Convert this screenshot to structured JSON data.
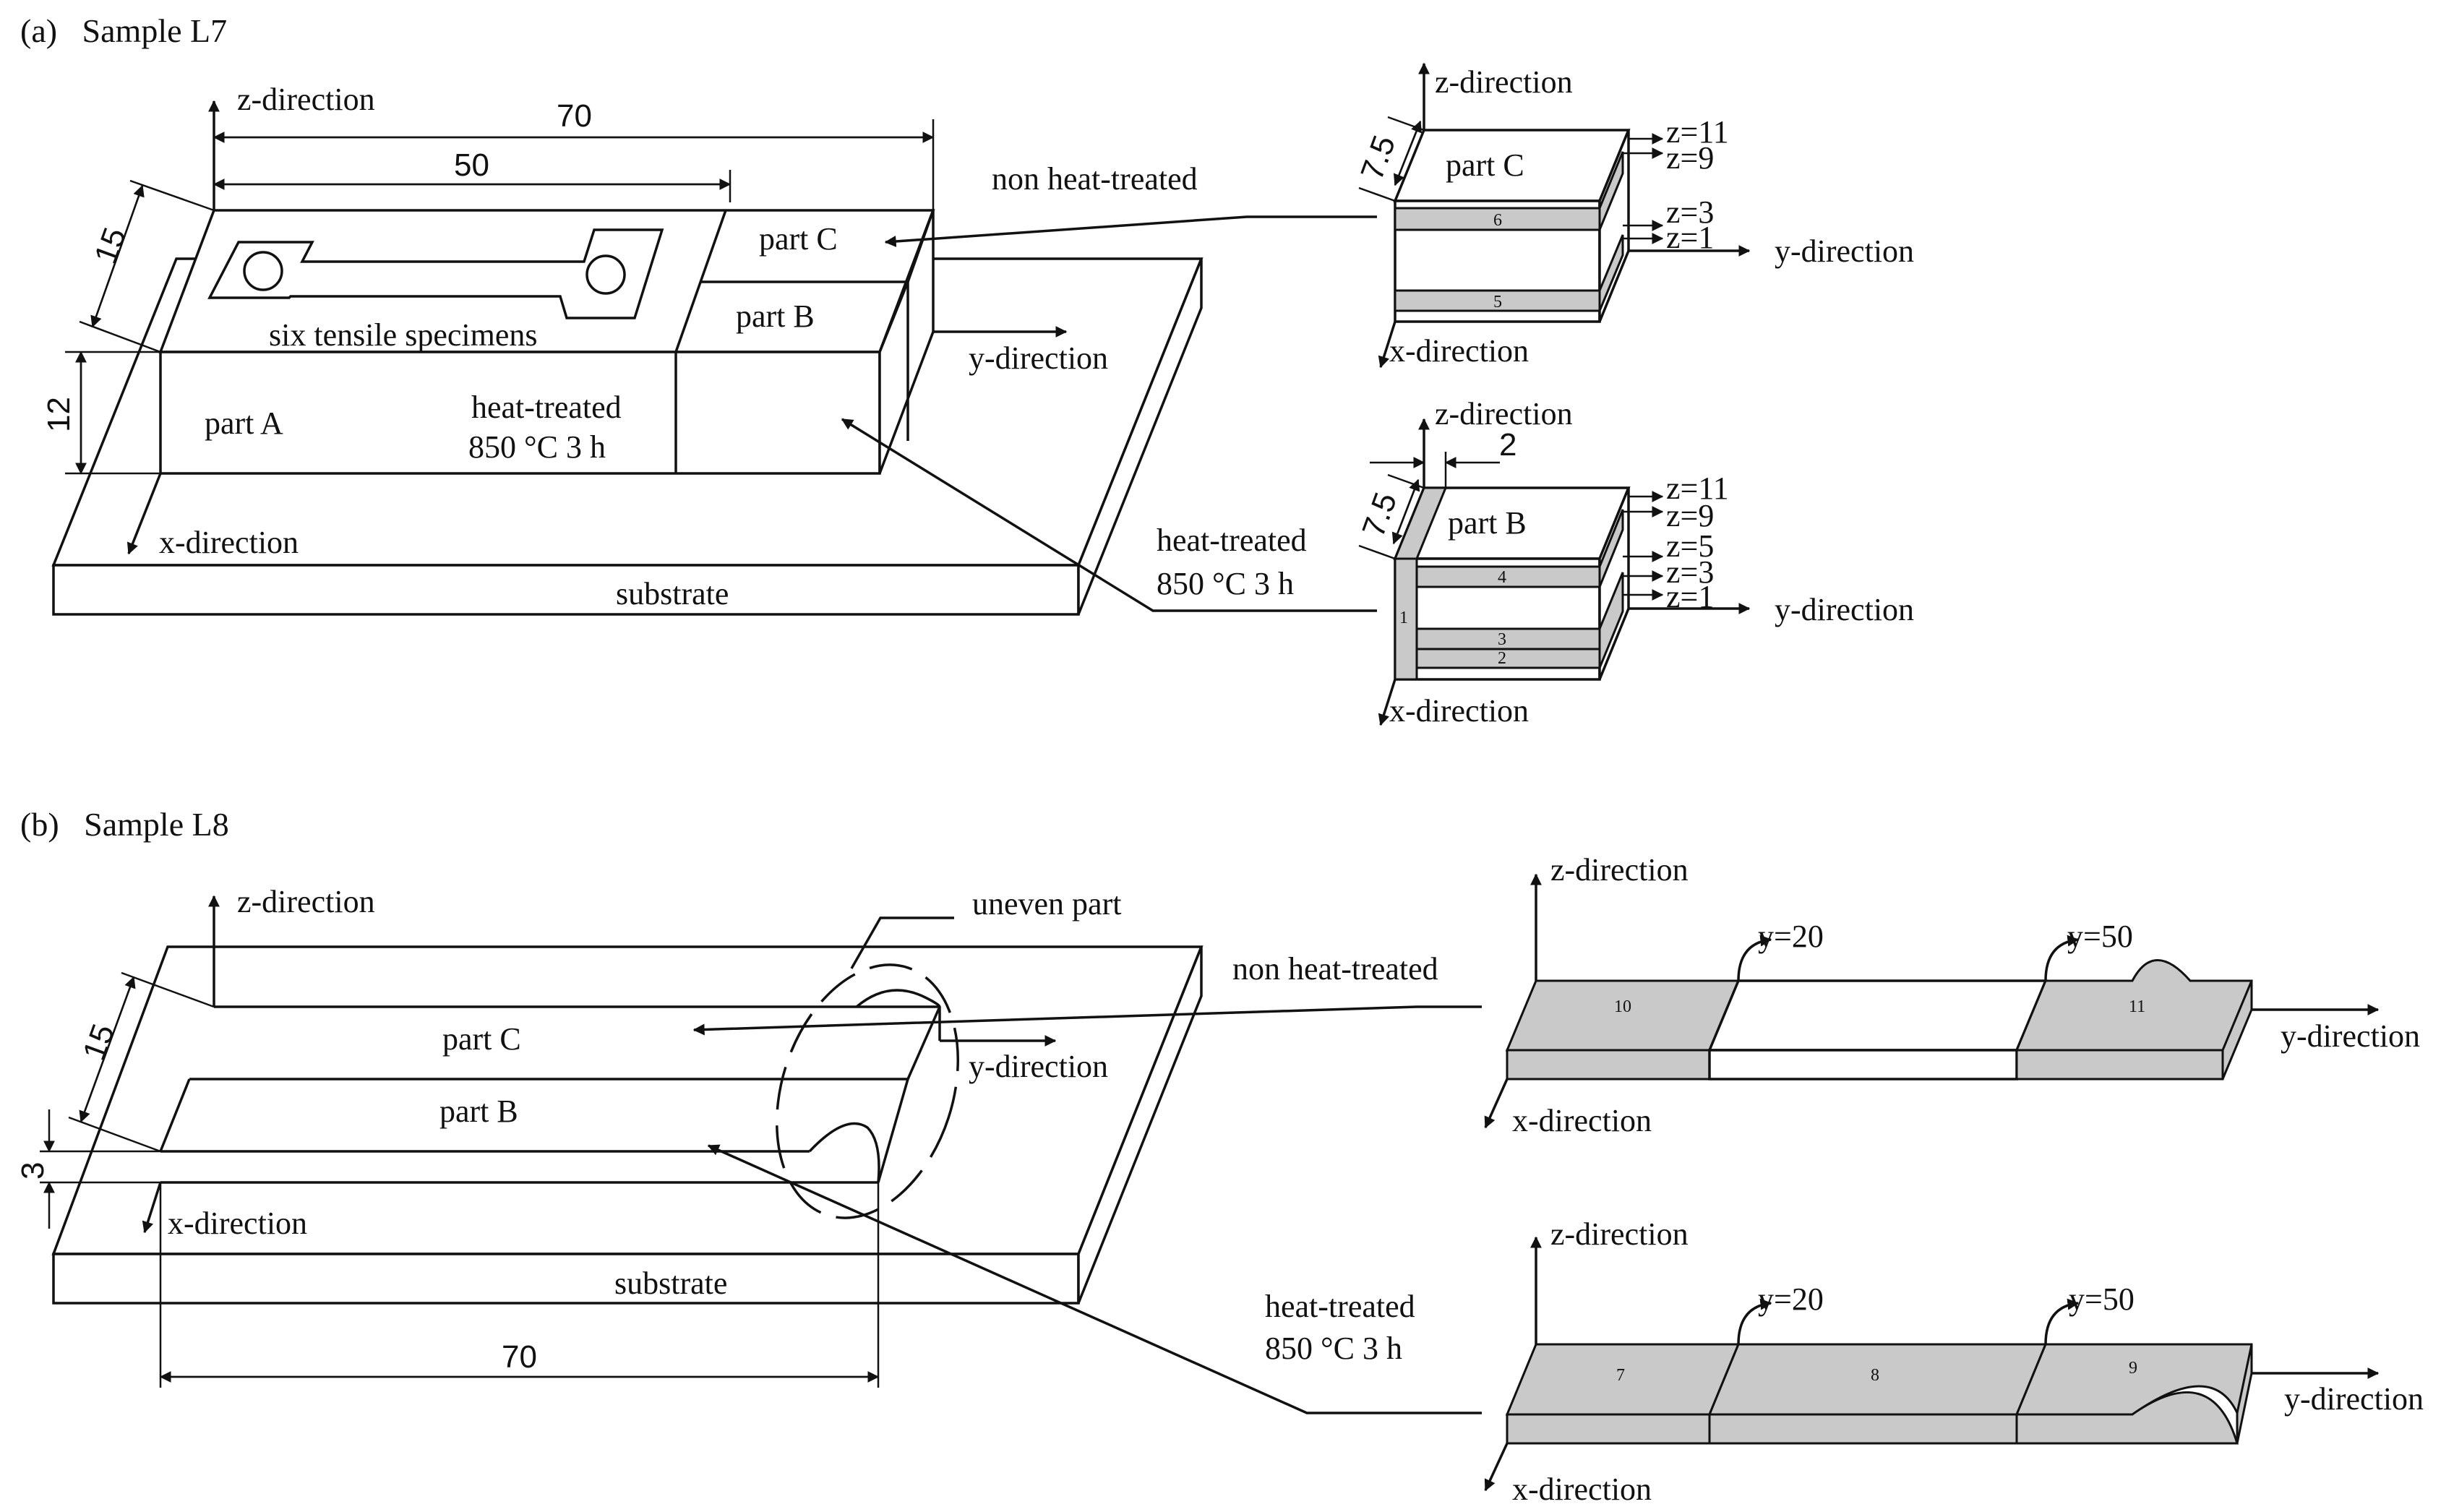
{
  "panel_a": {
    "title": "(a)   Sample L7",
    "main": {
      "z_axis": "z-direction",
      "y_axis": "y-direction",
      "x_axis": "x-direction",
      "dim_length": "70",
      "dim_specimen": "50",
      "dim_depth": "15",
      "dim_height": "12",
      "specimens": "six tensile specimens",
      "part_a": "part A",
      "part_b": "part B",
      "part_c": "part C",
      "heat_line1": "heat-treated",
      "heat_line2": "850 °C 3 h",
      "substrate": "substrate"
    },
    "callouts": {
      "non_heat": "non heat-treated",
      "heat_line1": "heat-treated",
      "heat_line2": "850 °C 3 h"
    },
    "part_c_detail": {
      "z_axis": "z-direction",
      "y_axis": "y-direction",
      "x_axis": "x-direction",
      "dim": "7.5",
      "label": "part C",
      "z_labels": [
        "z=11",
        "z=9",
        "z=3",
        "z=1"
      ],
      "slices": [
        "6",
        "5"
      ]
    },
    "part_b_detail": {
      "z_axis": "z-direction",
      "y_axis": "y-direction",
      "x_axis": "x-direction",
      "dim_depth": "7.5",
      "dim_wall": "2",
      "label": "part B",
      "z_labels": [
        "z=11",
        "z=9",
        "z=5",
        "z=3",
        "z=1"
      ],
      "slices": [
        "4",
        "3",
        "2",
        "1"
      ]
    }
  },
  "panel_b": {
    "title": "(b)   Sample L8",
    "main": {
      "z_axis": "z-direction",
      "y_axis": "y-direction",
      "x_axis": "x-direction",
      "uneven": "uneven part",
      "part_c": "part C",
      "part_b": "part B",
      "dim_depth": "15",
      "dim_height": "3",
      "dim_length": "70",
      "substrate": "substrate"
    },
    "callouts": {
      "non_heat": "non heat-treated",
      "heat_line1": "heat-treated",
      "heat_line2": "850 °C 3 h"
    },
    "top_strip": {
      "z_axis": "z-direction",
      "y_axis": "y-direction",
      "x_axis": "x-direction",
      "y20": "y=20",
      "y50": "y=50",
      "slices": [
        "10",
        "11"
      ]
    },
    "bottom_strip": {
      "z_axis": "z-direction",
      "y_axis": "y-direction",
      "x_axis": "x-direction",
      "y20": "y=20",
      "y50": "y=50",
      "slices": [
        "7",
        "8",
        "9"
      ]
    }
  }
}
